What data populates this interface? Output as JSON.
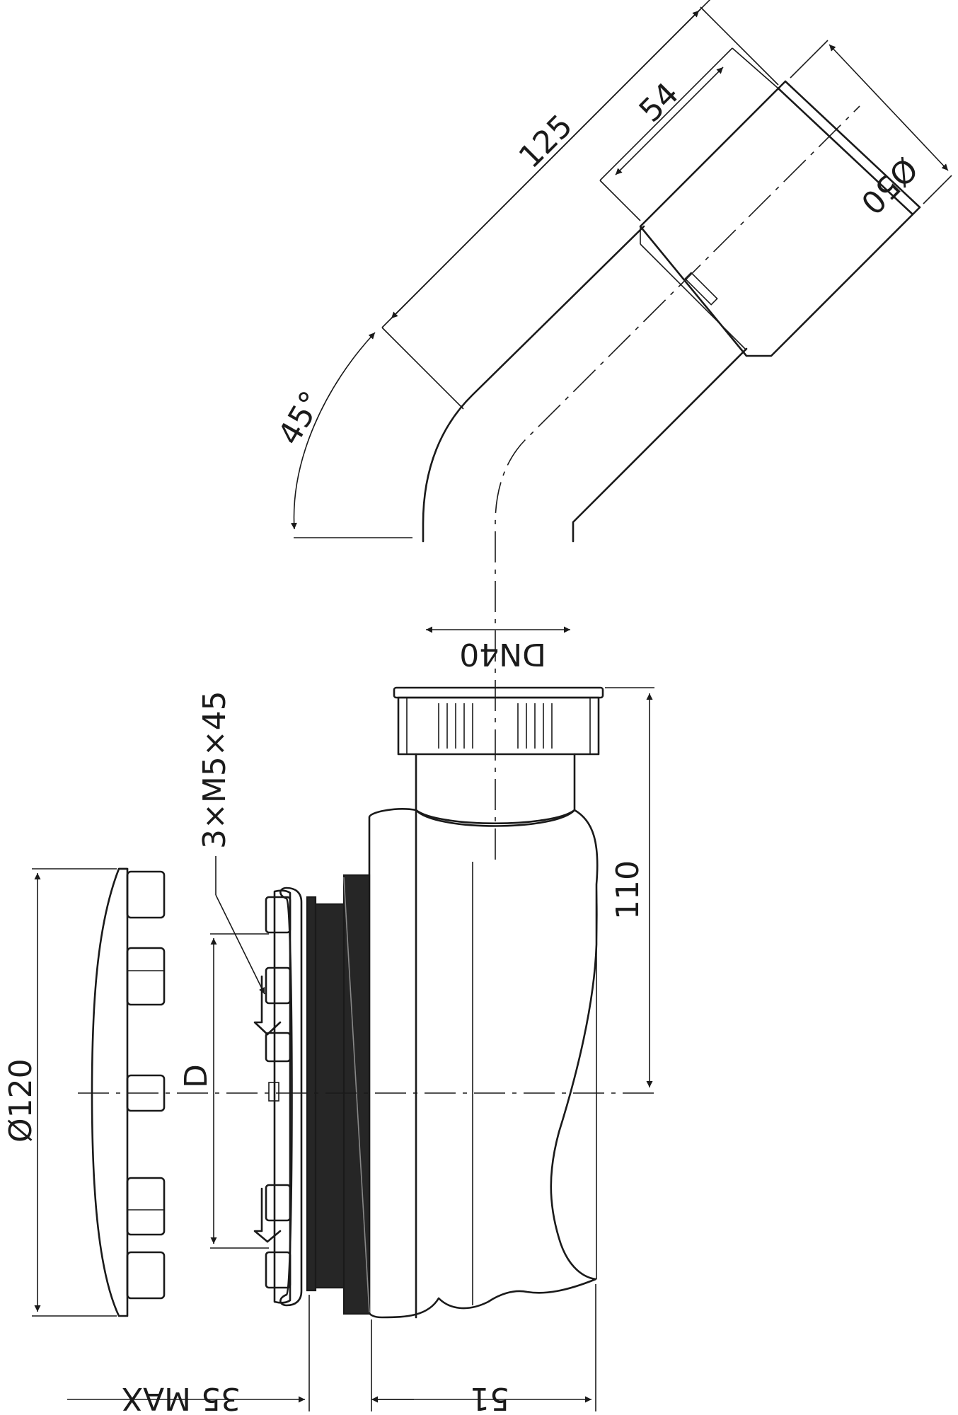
{
  "dimensions": {
    "length_total": "125",
    "length_socket": "54",
    "outlet_diameter": "Ø50",
    "angle": "45°",
    "pipe_size": "DN40",
    "screws": "3×M5×45",
    "height": "110",
    "flange_diameter": "Ø120",
    "drain_opening": "D",
    "max_thickness": "35 MAX",
    "body_depth": "51"
  }
}
